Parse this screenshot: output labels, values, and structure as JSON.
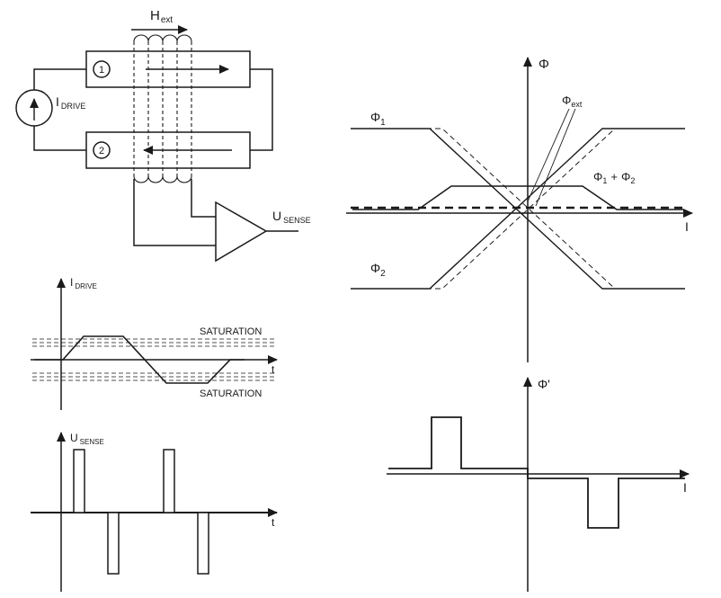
{
  "colors": {
    "ink": "#1a1a1a",
    "background": "#ffffff"
  },
  "circuit": {
    "h_field": {
      "main": "H",
      "sub": "ext"
    },
    "core1": "1",
    "core2": "2",
    "drive_source": {
      "main": "I",
      "sub": "DRIVE"
    },
    "sense_output": {
      "main": "U",
      "sub": "SENSE"
    }
  },
  "flux_plot": {
    "y_axis_label": "Φ",
    "x_axis_label": "I",
    "phi1": {
      "main": "Φ",
      "sub": "1"
    },
    "phi2": {
      "main": "Φ",
      "sub": "2"
    },
    "phi_ext": {
      "main": "Φ",
      "sub": "ext"
    },
    "phi_sum": {
      "a": "Φ",
      "a_sub": "1",
      "plus": "+",
      "b": "Φ",
      "b_sub": "2"
    }
  },
  "drive_plot": {
    "y_axis": {
      "main": "I",
      "sub": "DRIVE"
    },
    "x_axis_label": "t",
    "saturation_upper": "SATURATION",
    "saturation_lower": "SATURATION"
  },
  "sense_plot": {
    "y_axis": {
      "main": "U",
      "sub": "SENSE"
    },
    "x_axis_label": "t"
  },
  "derivative_plot": {
    "y_axis_label": "Φ'",
    "x_axis_label": "I"
  }
}
